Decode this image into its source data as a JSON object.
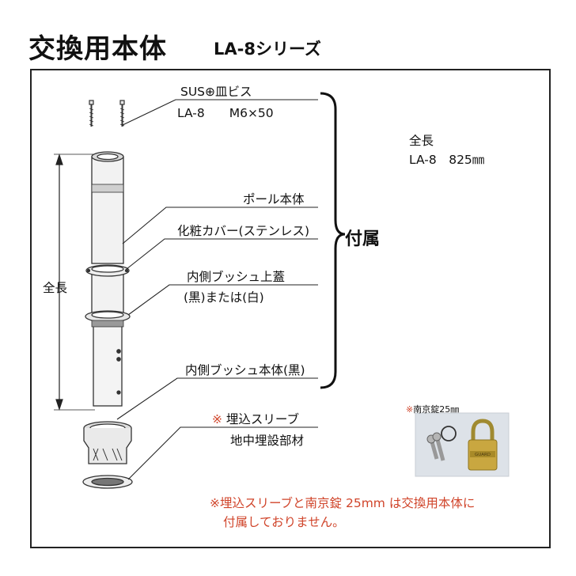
{
  "header": {
    "title": "交換用本体",
    "series": "LA-8シリーズ"
  },
  "labels": {
    "screw_line1": "SUS⊕皿ビス",
    "screw_line2": "LA-8　　M6×50",
    "pole": "ポール本体",
    "cover": "化粧カバー(ステンレス)",
    "bush_lid_line1": "内側ブッシュ上蓋",
    "bush_lid_line2": "(黒)または(白)",
    "bush_body": "内側ブッシュ本体(黒)",
    "sleeve_mark": "※",
    "sleeve": " 埋込スリーブ",
    "sleeve_sub": "地中埋設部材",
    "attached": "付属",
    "length_left": "全長",
    "length_right_title": "全長",
    "length_right_value": "LA-8　825㎜",
    "padlock_mark": "※",
    "padlock": "南京錠25㎜",
    "padlock_brand": "GUARD",
    "note_line1": "※埋込スリーブと南京錠 25mm は交換用本体に",
    "note_line2": "付属しておりません。"
  }
}
